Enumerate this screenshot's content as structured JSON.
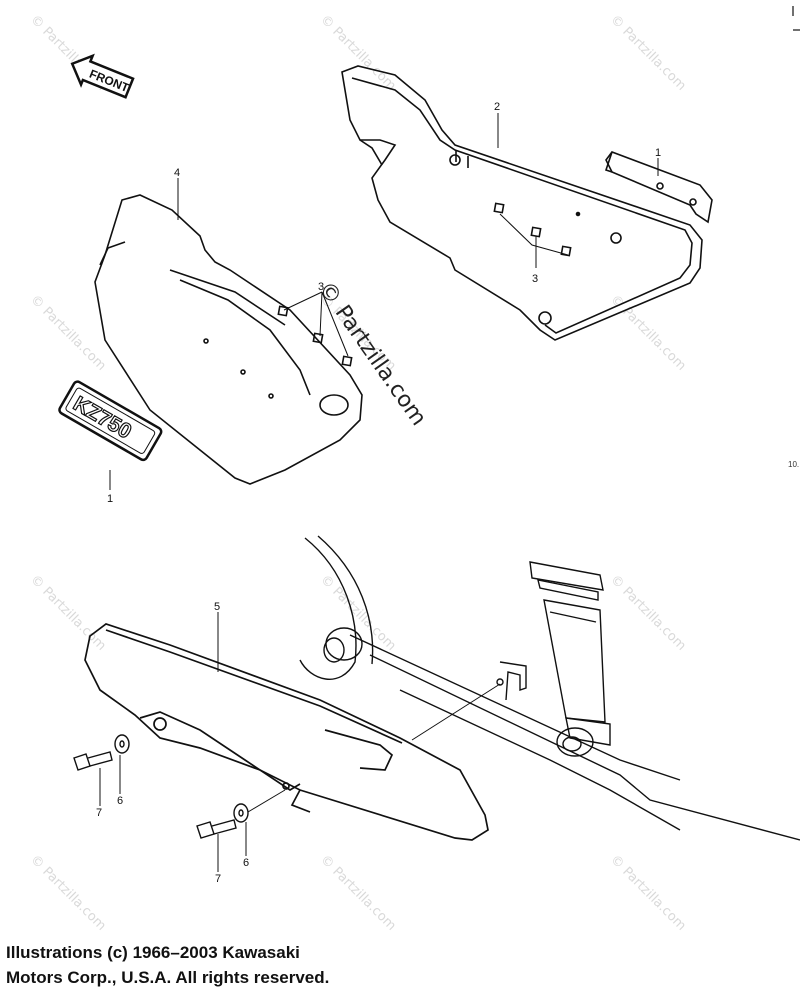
{
  "diagram": {
    "front_arrow_label": "FRONT",
    "emblem_text": "KZ750",
    "watermark_main": "© Partzilla.com",
    "watermark_small": "© Partzilla.com",
    "callouts": {
      "c1_top": "1",
      "c1_bottom": "1",
      "c2": "2",
      "c3_left": "3",
      "c3_right": "3",
      "c4": "4",
      "c5": "5",
      "c6_left": "6",
      "c6_right": "6",
      "c7_left": "7",
      "c7_right": "7"
    },
    "edge_number": "10."
  },
  "footer": {
    "line1": "Illustrations (c) 1966–2003 Kawasaki",
    "line2": "Motors Corp., U.S.A.  All rights reserved."
  }
}
